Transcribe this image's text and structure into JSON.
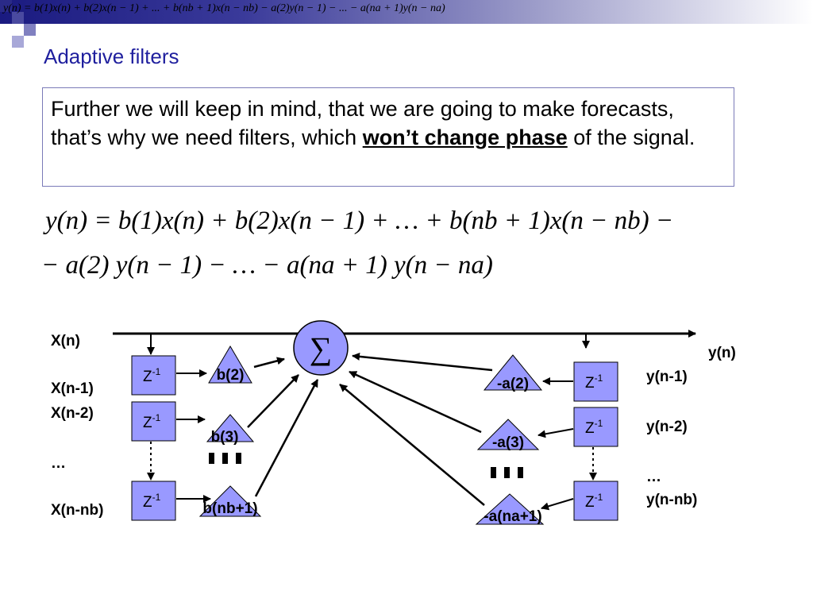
{
  "header": {
    "formula": "y(n) = b(1)x(n) + b(2)x(n − 1) + ... + b(nb + 1)x(n − nb) − a(2)y(n − 1) − ... − a(na + 1)y(n − na)"
  },
  "slide": {
    "title": "Adaptive filters",
    "text": {
      "part1": "Further we will keep in mind, that we are going to make forecasts, that’s why we need filters, which ",
      "bold": "won’t change phase",
      "part2": " of the signal."
    },
    "equation": {
      "line1": "y(n) = b(1)x(n) + b(2)x(n − 1) + … + b(nb + 1)x(n − nb) −",
      "line2": "− a(2) y(n − 1) − … − a(na + 1) y(n − na)"
    }
  },
  "diagram": {
    "sum_symbol": "∑",
    "delay_label": "Z",
    "delay_exp": "-1",
    "left_labels": [
      "X(n)",
      "X(n-1)",
      "X(n-2)",
      "…",
      "X(n-nb)"
    ],
    "right_labels": [
      "y(n)",
      "y(n-1)",
      "y(n-2)",
      "…",
      "y(n-nb)"
    ],
    "b_gains": [
      "b(2)",
      "b(3)",
      "b(nb+1)"
    ],
    "a_gains": [
      "-a(2)",
      "-a(3)",
      "-a(na+1)"
    ],
    "colors": {
      "box_fill": "#9999ff",
      "title": "#1f1f9e",
      "header_dark": "#1a1a80"
    }
  }
}
